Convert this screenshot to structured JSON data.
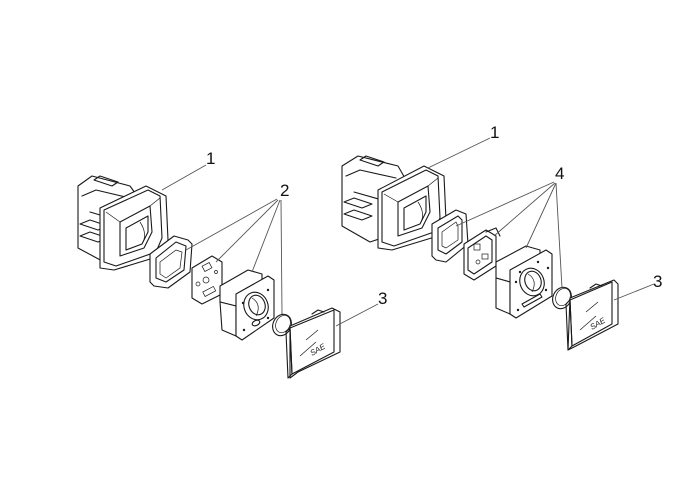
{
  "diagram": {
    "type": "exploded-view technical drawing",
    "assemblies": [
      {
        "id": "left",
        "callouts": [
          {
            "label": "1",
            "part": "flush-mount back box"
          },
          {
            "label": "2",
            "part": "internal components (gasket, circuit board, bezel module, lens)"
          },
          {
            "label": "3",
            "part": "front cover plate"
          }
        ],
        "cover_logo": "SAE"
      },
      {
        "id": "right",
        "callouts": [
          {
            "label": "1",
            "part": "flush-mount back box"
          },
          {
            "label": "4",
            "part": "internal components (gasket, circuit board, bezel module, lens)"
          },
          {
            "label": "3",
            "part": "front cover plate"
          }
        ],
        "cover_logo": "SAE"
      }
    ],
    "colors": {
      "background": "#ffffff",
      "line": "#1a1a1a",
      "leader": "#555555"
    }
  }
}
